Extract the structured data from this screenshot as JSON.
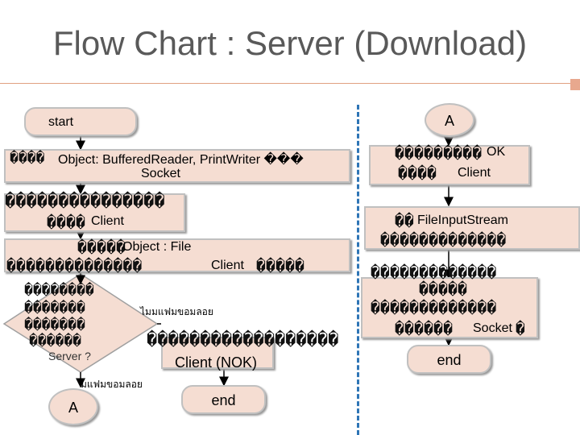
{
  "title": "Flow Chart : Server (Download)",
  "left": {
    "start": "start",
    "step1_prefix": "����",
    "step1_text": "Object: BufferedReader, PrintWriter ���",
    "step1_line2": "Socket",
    "step2_line1": "���������������",
    "step2_line2_prefix": "����",
    "step2_line2": "Client",
    "step3_prefix": "�����",
    "step3_text": "Object : File",
    "step3_line2_a": "��������������",
    "step3_line2_b": "Client",
    "step3_line2_c": "�����",
    "decision_line1": "��������",
    "decision_line2": "�������",
    "decision_thai": "ไมมแฟมขอมลอย",
    "decision_line3": "�������",
    "decision_line4": "������",
    "decision_line5": "Server ?",
    "no_prefix": "������������������",
    "no_label": "Client (NOK)",
    "yes_thai": "มแฟมขอมลอย",
    "connector": "A",
    "end": "end"
  },
  "right": {
    "connector": "A",
    "box1_a": "���������",
    "box1_ok": "OK",
    "box1_b": "����",
    "box1_client": "Client",
    "box2_prefix": "��",
    "box2_text": "FileInputStream",
    "box2_line2": "�������������",
    "box3_line1": "�������������",
    "box3_line2": "�����",
    "box3_line3": "�������������",
    "box3_line4a": "������",
    "box3_socket": "Socket",
    "box3_line4b": "�",
    "end": "end"
  }
}
